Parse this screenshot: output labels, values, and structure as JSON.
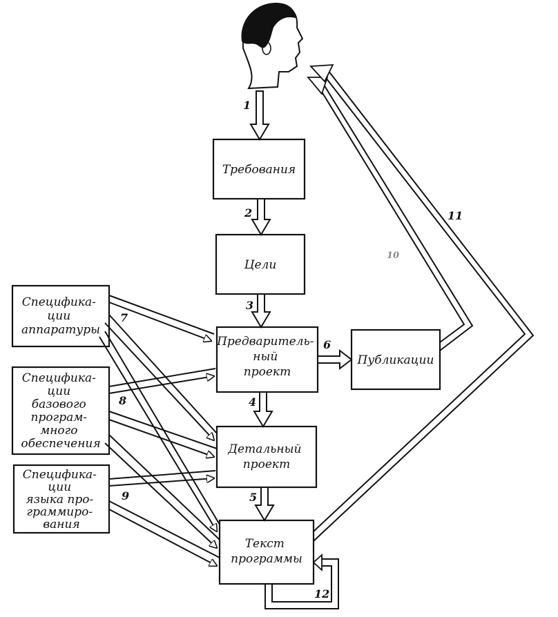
{
  "nodes": {
    "requirements": [
      "Требования"
    ],
    "goals": [
      "Цели"
    ],
    "prelim": [
      "Предваритель-",
      "ный",
      "проект"
    ],
    "publications": [
      "Публикации"
    ],
    "detailed": [
      "Детальный",
      "проект"
    ],
    "program_text": [
      "Текст",
      "программы"
    ],
    "hw_spec": [
      "Специфика-",
      "ции",
      "аппаратуры"
    ],
    "sw_spec": [
      "Специфика-",
      "ции",
      "базового",
      "програм-",
      "много",
      "обеспечения"
    ],
    "lang_spec": [
      "Специфика-",
      "ции",
      "языка про-",
      "граммиро-",
      "вания"
    ]
  },
  "arrows": {
    "a1": "1",
    "a2": "2",
    "a3": "3",
    "a4": "4",
    "a5": "5",
    "a6": "6",
    "a7": "7",
    "a8": "8",
    "a9": "9",
    "a10": "10",
    "a11": "11",
    "a12": "12"
  },
  "icons": {
    "person": "person-head-icon"
  }
}
